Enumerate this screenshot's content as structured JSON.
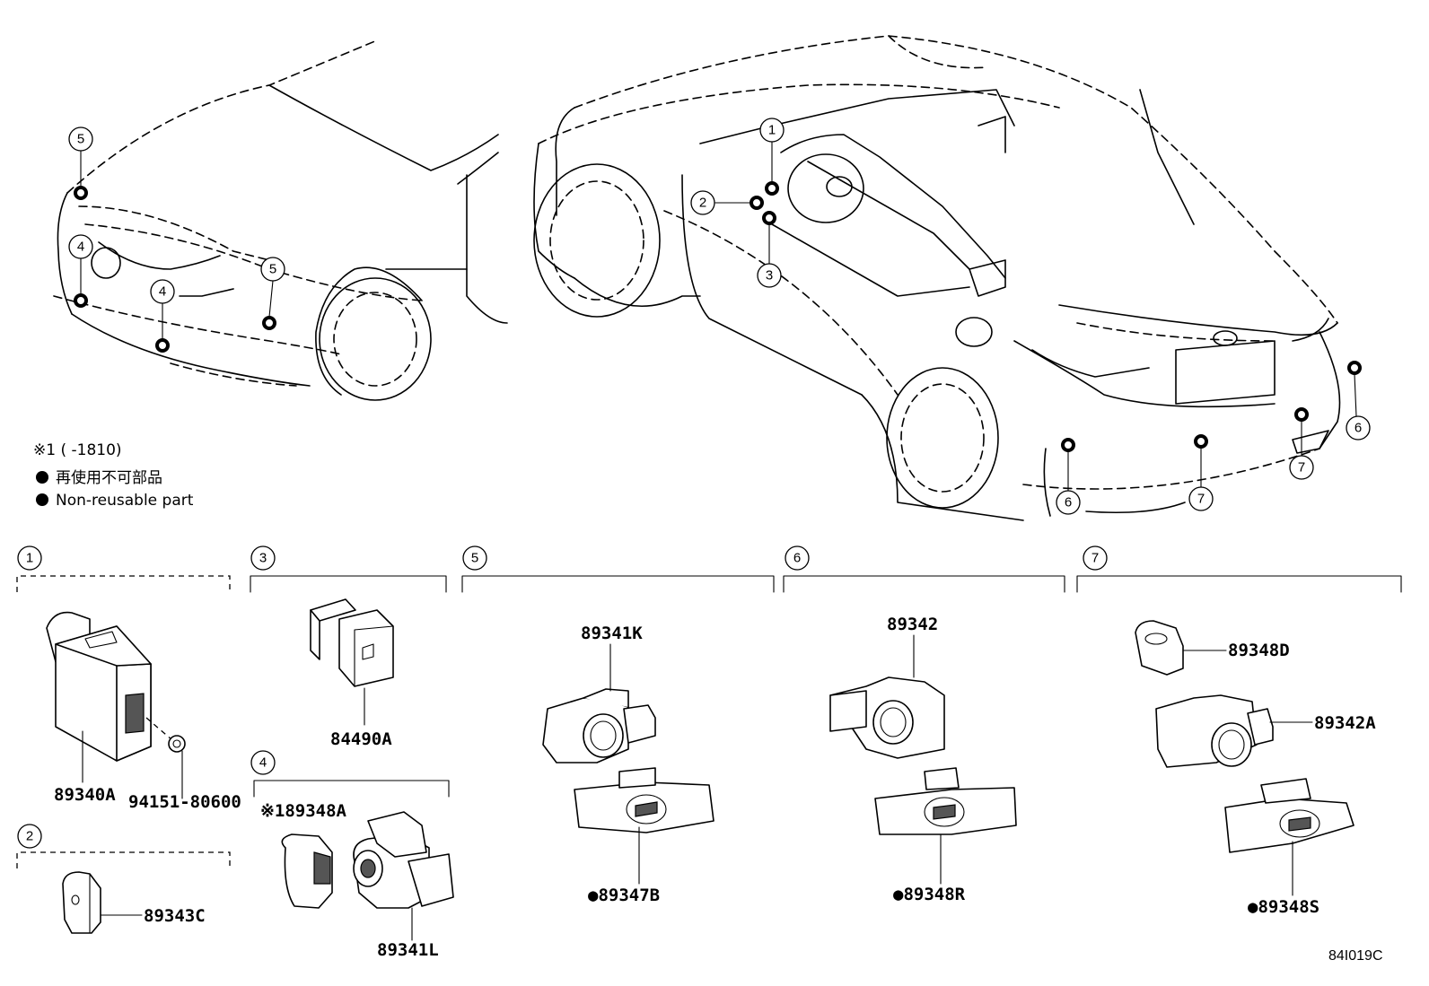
{
  "legend": {
    "note": "※1 (      -1810)",
    "non_reusable_ja": "再使用不可部品",
    "non_reusable_en": "Non-reusable part"
  },
  "callouts": {
    "c1": "1",
    "c2": "2",
    "c3": "3",
    "c4": "4",
    "c5": "5",
    "c6": "6",
    "c7": "7"
  },
  "groups": {
    "g1": "1",
    "g2": "2",
    "g3": "3",
    "g4": "4",
    "g5": "5",
    "g6": "6",
    "g7": "7"
  },
  "parts": {
    "p89340A": "89340A",
    "p94151": "94151-80600",
    "p89343C": "89343C",
    "p84490A": "84490A",
    "p89348A": "※189348A",
    "p89341L": "89341L",
    "p89341K": "89341K",
    "p89347B": "●89347B",
    "p89342": "89342",
    "p89348R": "●89348R",
    "p89348D": "89348D",
    "p89342A": "89342A",
    "p89348S": "●89348S"
  },
  "diagram_code": "84I019C",
  "colors": {
    "line": "#000000",
    "background": "#ffffff"
  }
}
